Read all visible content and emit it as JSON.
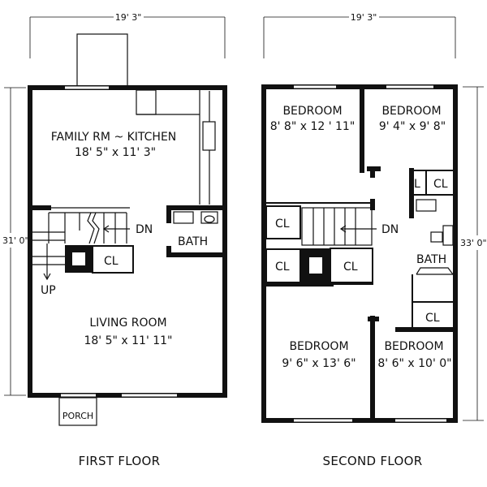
{
  "first_floor": {
    "caption": "FIRST FLOOR",
    "width_dim": "19' 3\"",
    "depth_dim": "31' 0\"",
    "family_kitchen": {
      "name": "FAMILY RM ~ KITCHEN",
      "size": "18'  5\" x 11' 3\""
    },
    "living_room": {
      "name": "LIVING ROOM",
      "size": "18' 5\" x 11' 11\""
    },
    "bath": "BATH",
    "closet": "CL",
    "stair_down": "DN",
    "stair_up": "UP",
    "porch": "PORCH"
  },
  "second_floor": {
    "caption": "SECOND FLOOR",
    "width_dim": "19' 3\"",
    "depth_dim": "33' 0\"",
    "bedroom_nw": {
      "name": "BEDROOM",
      "size": "8' 8\" x 12 ' 11\""
    },
    "bedroom_ne": {
      "name": "BEDROOM",
      "size": "9' 4\" x 9' 8\""
    },
    "bedroom_sw": {
      "name": "BEDROOM",
      "size": "9' 6\" x 13' 6\""
    },
    "bedroom_se": {
      "name": "BEDROOM",
      "size": "8' 6\" x 10' 0\""
    },
    "bath": "BATH",
    "linen": "L",
    "closet_ne": "CL",
    "closet_w_upper": "CL",
    "closet_w_lower": "CL",
    "closet_mid": "CL",
    "closet_se": "CL",
    "stair_down": "DN"
  }
}
